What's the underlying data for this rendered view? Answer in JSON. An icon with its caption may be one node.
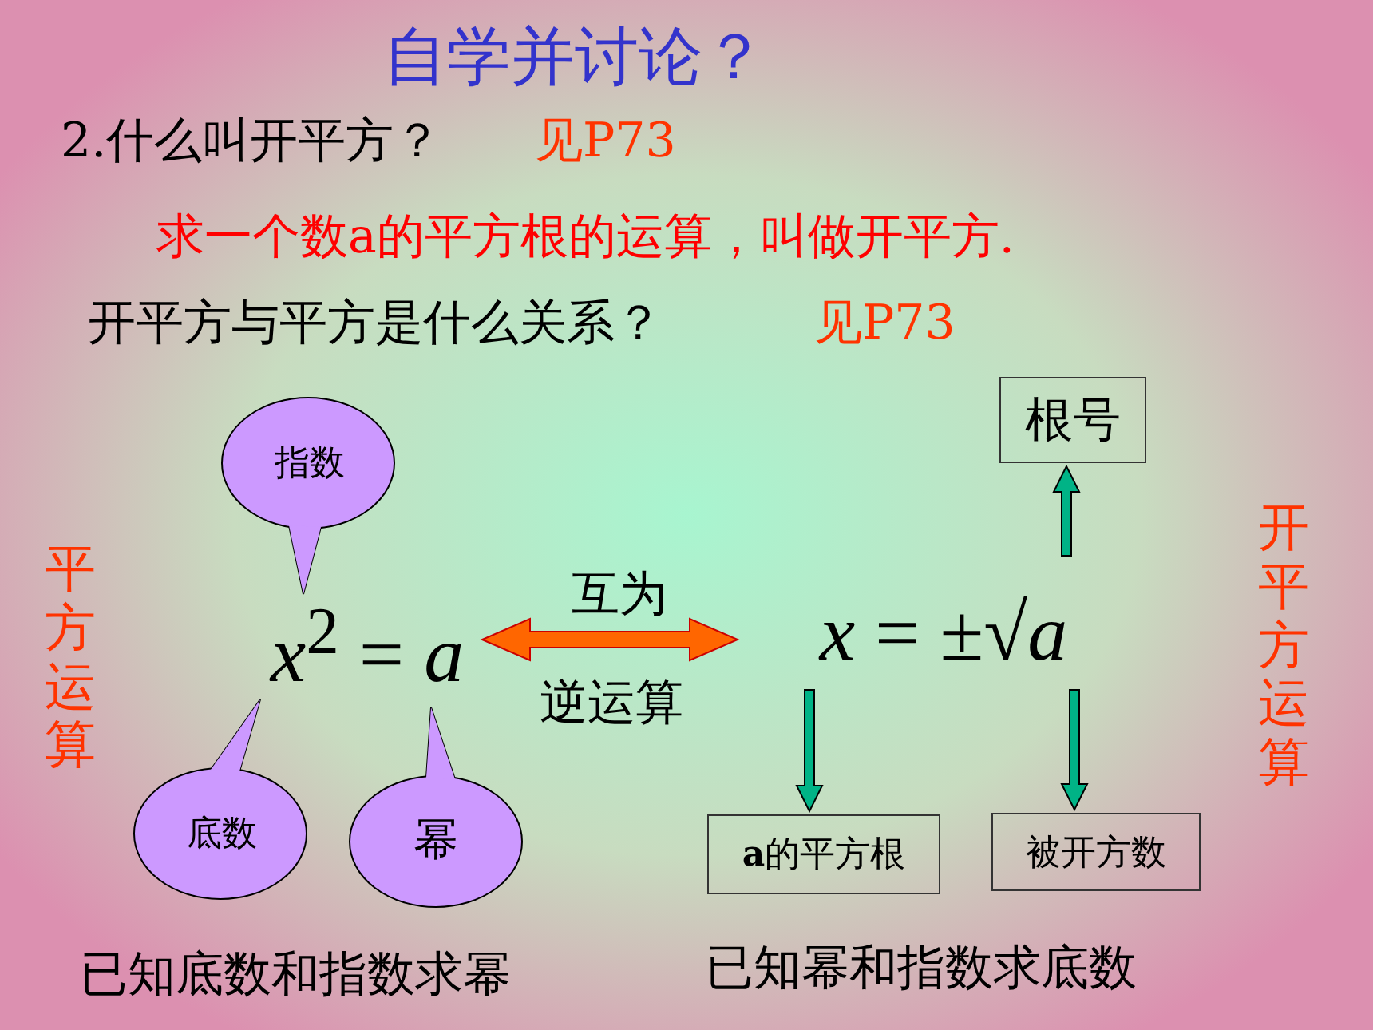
{
  "diagram": {
    "title": "自学并讨论？",
    "nodes": [
      {
        "text": [
          "*x*$^{2}$ = *a*"
        ]
      },
      {
        "text": [
          "*x* = ±√*a*"
        ]
      },
      {
        "text": [
          "指数"
        ]
      },
      {
        "text": [
          "底数"
        ]
      },
      {
        "text": [
          "幂"
        ]
      },
      {
        "text": [
          "根号"
        ]
      },
      {
        "text": [
          "**a**的平方根"
        ]
      },
      {
        "text": [
          "被开方数"
        ]
      }
    ],
    "edges": [
      {
        "from": 0,
        "to": 1,
        "arrow": "both",
        "color": "#ff6600",
        "style": "thick"
      },
      {
        "from": 1,
        "to": 5,
        "arrow": "to"
      },
      {
        "from": 1,
        "to": 6,
        "arrow": "to"
      },
      {
        "from": 1,
        "to": 7,
        "arrow": "to"
      }
    ],
    "labels": [
      "2.什么叫开平方？",
      "见P73",
      "求一个数a的平方根的运算，叫做开平方.",
      "开平方与平方是什么关系？",
      "见P73",
      "平方运算",
      "开平方运算",
      "互为",
      "逆运算",
      "已知底数和指数求幂",
      "已知幂和指数求底数"
    ]
  }
}
